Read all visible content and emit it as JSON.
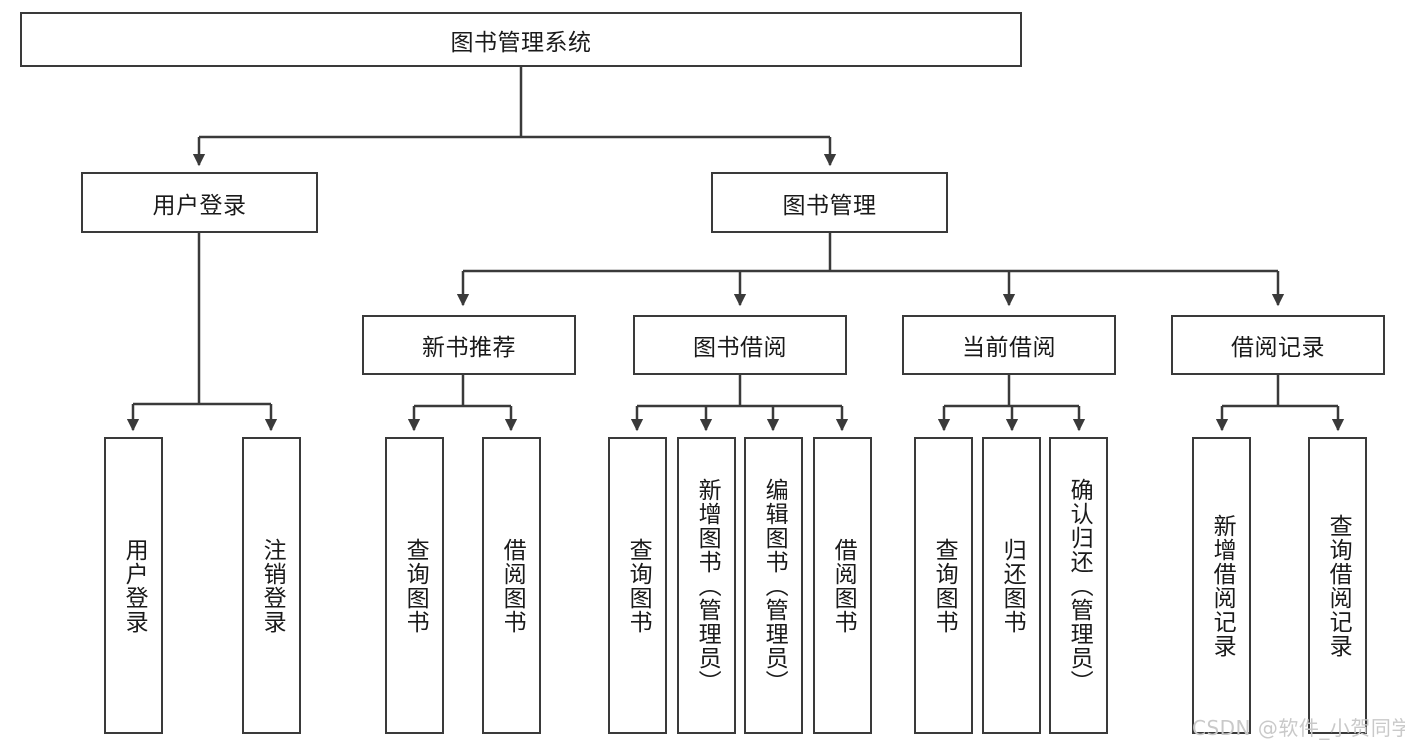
{
  "diagram": {
    "title_node": {
      "label": "图书管理系统"
    },
    "level1": [
      {
        "id": "user-login",
        "label": "用户登录"
      },
      {
        "id": "book-management",
        "label": "图书管理"
      }
    ],
    "level2": [
      {
        "id": "new-book-recommend",
        "label": "新书推荐"
      },
      {
        "id": "book-borrow",
        "label": "图书借阅"
      },
      {
        "id": "current-borrow",
        "label": "当前借阅"
      },
      {
        "id": "borrow-record",
        "label": "借阅记录"
      }
    ],
    "leaves": [
      {
        "id": "leaf-user-login",
        "label": "用户登录",
        "parent": "user-login"
      },
      {
        "id": "leaf-logout-login",
        "label": "注销登录",
        "parent": "user-login"
      },
      {
        "id": "leaf-query-book-1",
        "label": "查询图书",
        "parent": "new-book-recommend"
      },
      {
        "id": "leaf-borrow-book-1",
        "label": "借阅图书",
        "parent": "new-book-recommend"
      },
      {
        "id": "leaf-query-book-2",
        "label": "查询图书",
        "parent": "book-borrow"
      },
      {
        "id": "leaf-add-book",
        "label": "新增图书（管理员）",
        "parent": "book-borrow"
      },
      {
        "id": "leaf-edit-book",
        "label": "编辑图书（管理员）",
        "parent": "book-borrow"
      },
      {
        "id": "leaf-borrow-book-2",
        "label": "借阅图书",
        "parent": "book-borrow"
      },
      {
        "id": "leaf-query-book-3",
        "label": "查询图书",
        "parent": "current-borrow"
      },
      {
        "id": "leaf-return-book",
        "label": "归还图书",
        "parent": "current-borrow"
      },
      {
        "id": "leaf-confirm-return",
        "label": "确认归还（管理员）",
        "parent": "current-borrow"
      },
      {
        "id": "leaf-add-record",
        "label": "新增借阅记录",
        "parent": "borrow-record"
      },
      {
        "id": "leaf-query-record",
        "label": "查询借阅记录",
        "parent": "borrow-record"
      }
    ],
    "watermark": "CSDN @软件_小贺同学",
    "colors": {
      "stroke": "#3a3a3a",
      "background": "#ffffff",
      "text": "#1a1a1a",
      "watermark": "#c9c9c9"
    }
  }
}
